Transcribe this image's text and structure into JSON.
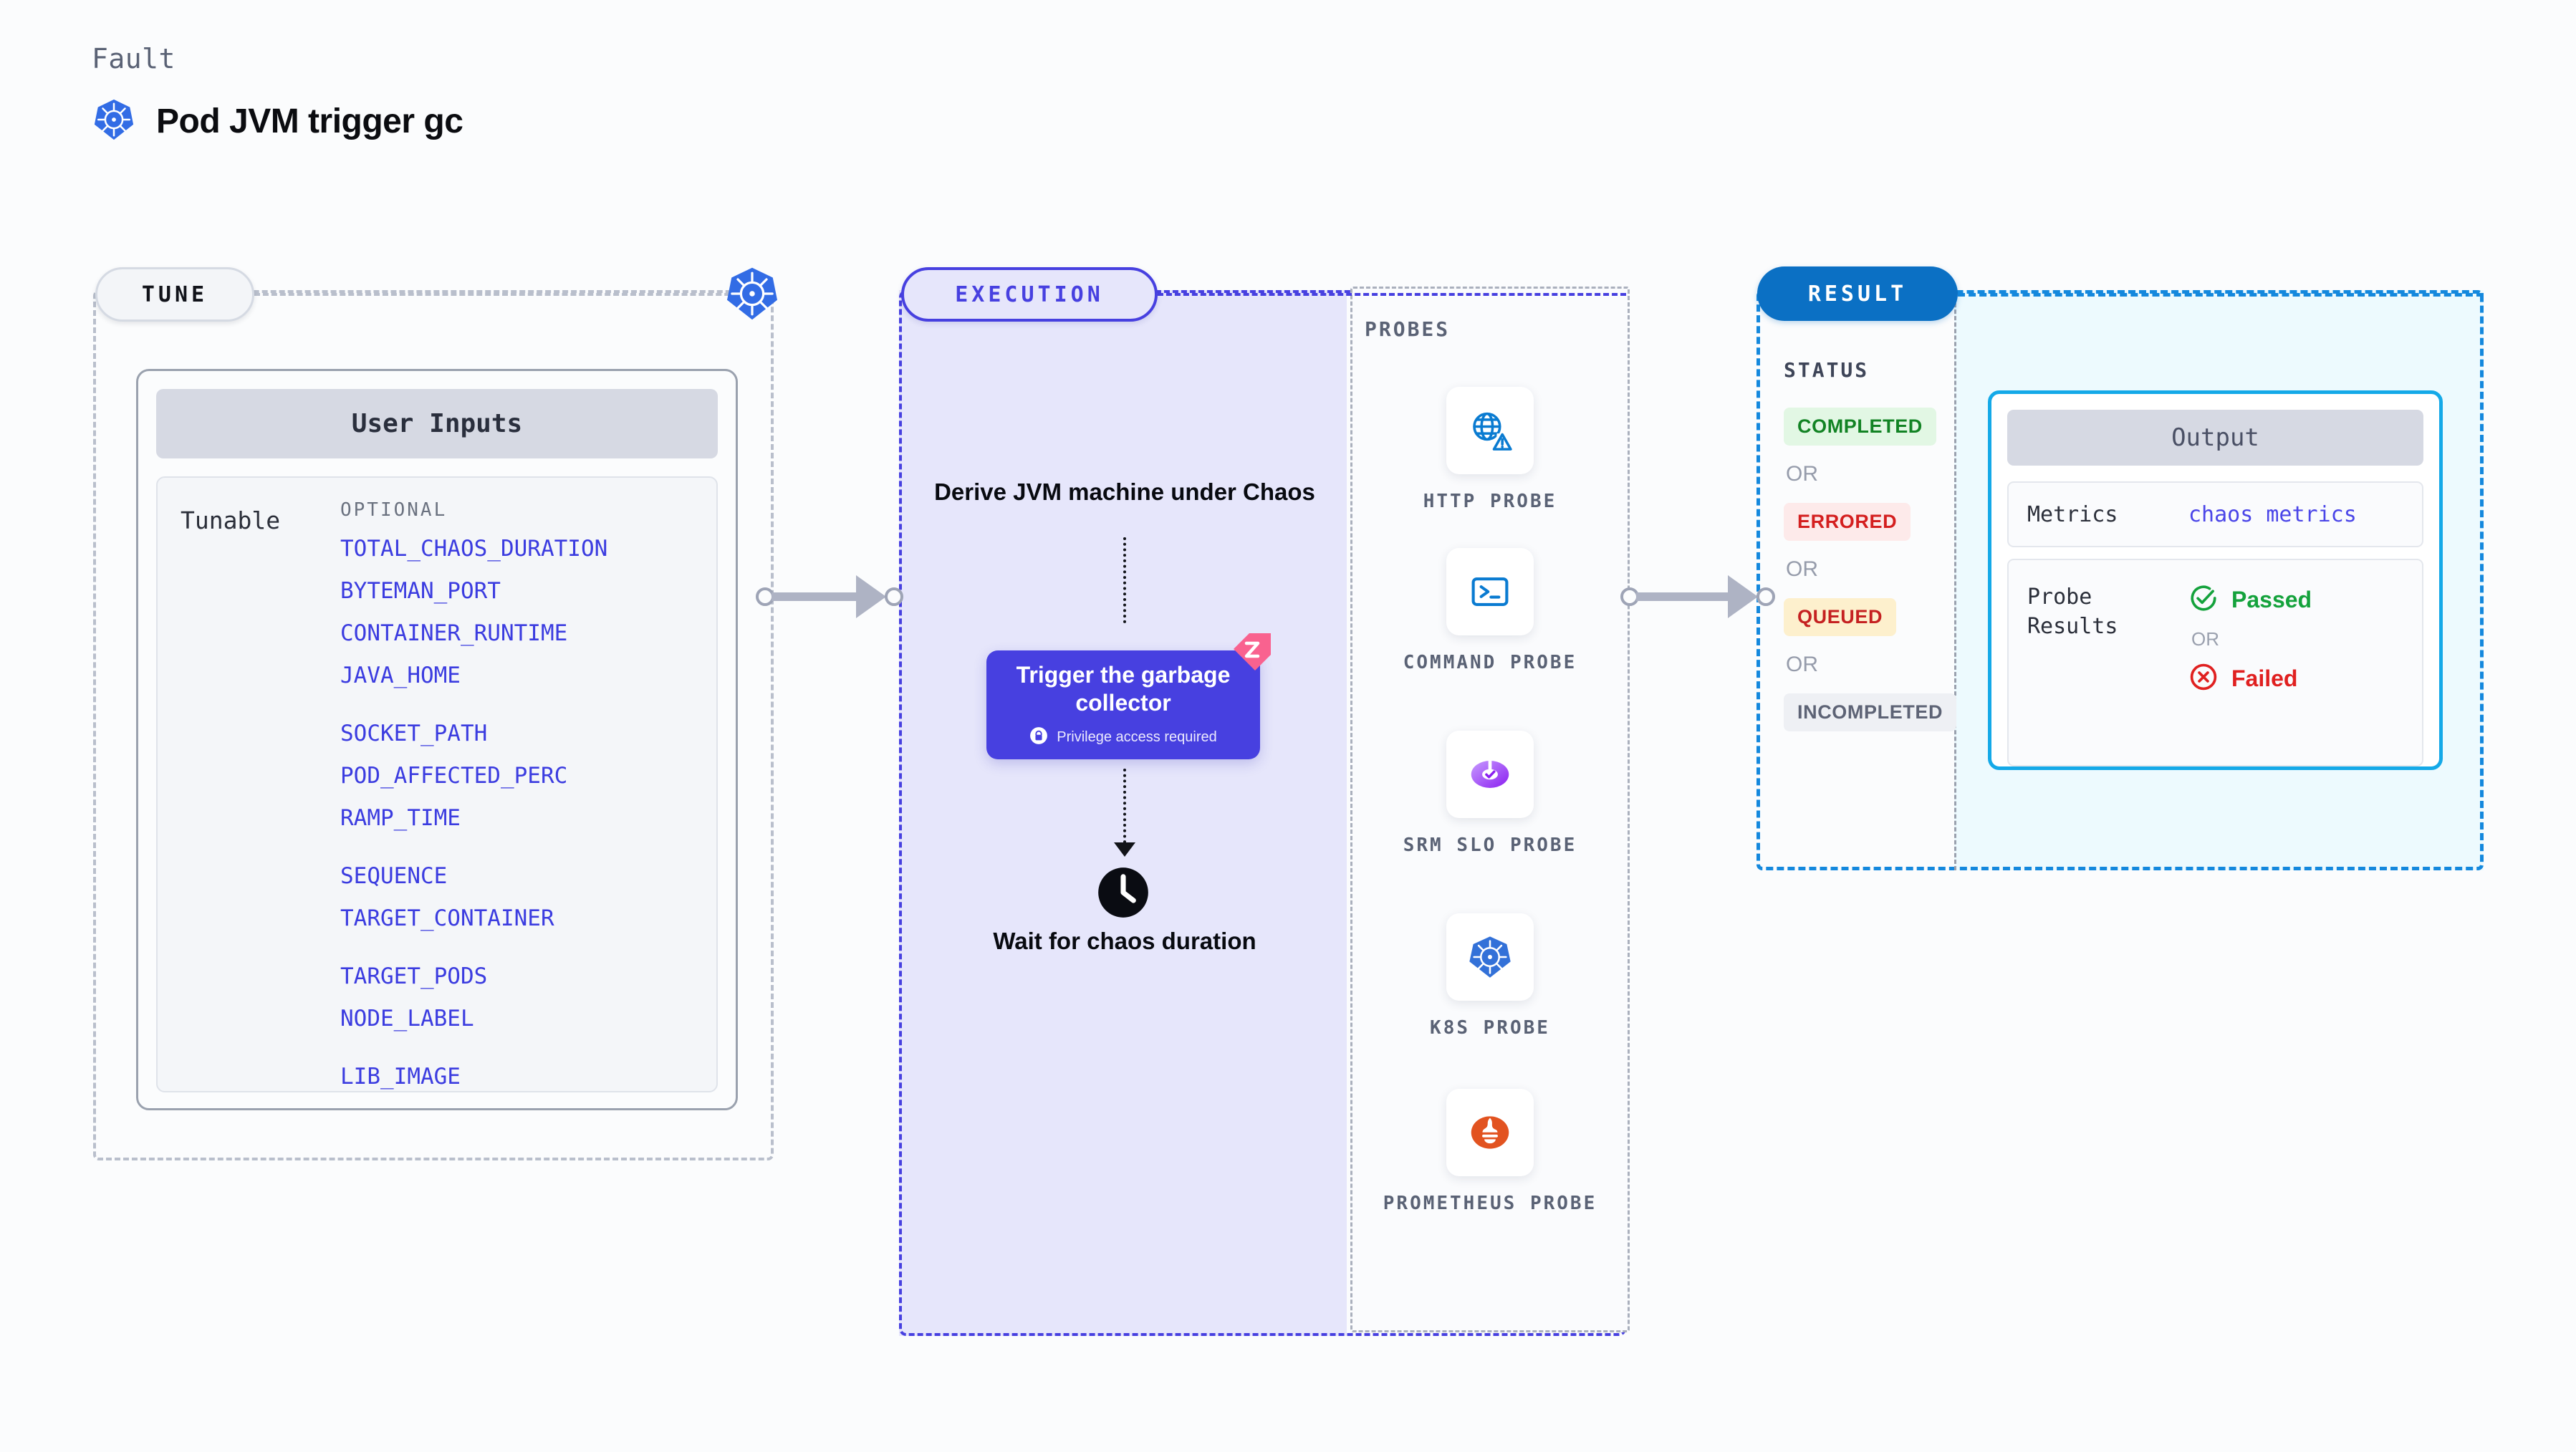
{
  "header": {
    "eyebrow": "Fault",
    "title": "Pod JVM trigger gc",
    "icon": "kubernetes-icon"
  },
  "tune": {
    "pill_label": "TUNE",
    "badge_icon": "kubernetes-icon",
    "card_title": "User Inputs",
    "tunable_label": "Tunable",
    "optional_label": "OPTIONAL",
    "tunables": [
      {
        "name": "TOTAL_CHAOS_DURATION",
        "gap": false
      },
      {
        "name": "BYTEMAN_PORT",
        "gap": false
      },
      {
        "name": "CONTAINER_RUNTIME",
        "gap": false
      },
      {
        "name": "JAVA_HOME",
        "gap": true
      },
      {
        "name": "SOCKET_PATH",
        "gap": false
      },
      {
        "name": "POD_AFFECTED_PERC",
        "gap": false
      },
      {
        "name": "RAMP_TIME",
        "gap": true
      },
      {
        "name": "SEQUENCE",
        "gap": false
      },
      {
        "name": "TARGET_CONTAINER",
        "gap": true
      },
      {
        "name": "TARGET_PODS",
        "gap": false
      },
      {
        "name": "NODE_LABEL",
        "gap": true
      },
      {
        "name": "LIB_IMAGE",
        "gap": false
      }
    ]
  },
  "execution": {
    "pill_label": "EXECUTION",
    "step_derive": "Derive JVM machine under Chaos",
    "gc_card": {
      "title": "Trigger the garbage collector",
      "privilege_text": "Privilege access required",
      "lock_icon": "lock-icon",
      "ribbon_icon": "litmus-ribbon-icon",
      "color": "#4740e0"
    },
    "wait_step": {
      "label": "Wait for chaos duration",
      "icon": "clock-icon"
    }
  },
  "probes": {
    "label": "PROBES",
    "items": [
      {
        "label": "HTTP PROBE",
        "icon": "globe-warning-icon",
        "color": "#0a7bd1"
      },
      {
        "label": "COMMAND PROBE",
        "icon": "terminal-icon",
        "color": "#0a7bd1"
      },
      {
        "label": "SRM SLO PROBE",
        "icon": "slo-gauge-icon",
        "color": "#9b3cf0"
      },
      {
        "label": "K8S PROBE",
        "icon": "kubernetes-icon",
        "color": "#3371d8"
      },
      {
        "label": "PROMETHEUS PROBE",
        "icon": "prometheus-icon",
        "color": "#e25320"
      }
    ]
  },
  "result": {
    "pill_label": "RESULT",
    "status_label": "STATUS",
    "or_text": "OR",
    "statuses": [
      {
        "label": "COMPLETED",
        "fg": "#128324",
        "bg": "#e2f7e4"
      },
      {
        "label": "ERRORED",
        "fg": "#d41f1f",
        "bg": "#fdeaea"
      },
      {
        "label": "QUEUED",
        "fg": "#c52121",
        "bg": "#fdf0cd"
      },
      {
        "label": "INCOMPLETED",
        "fg": "#5d6375",
        "bg": "#eef0f4"
      }
    ],
    "output": {
      "title": "Output",
      "metrics_label": "Metrics",
      "metrics_value": "chaos metrics",
      "probe_results_label": "Probe Results",
      "passed_label": "Passed",
      "failed_label": "Failed",
      "or_text": "OR",
      "passed_icon": "check-circle-icon",
      "failed_icon": "x-circle-icon"
    }
  },
  "connectors": {
    "tune_to_execution": "arrow-right",
    "execution_to_result": "arrow-right"
  }
}
